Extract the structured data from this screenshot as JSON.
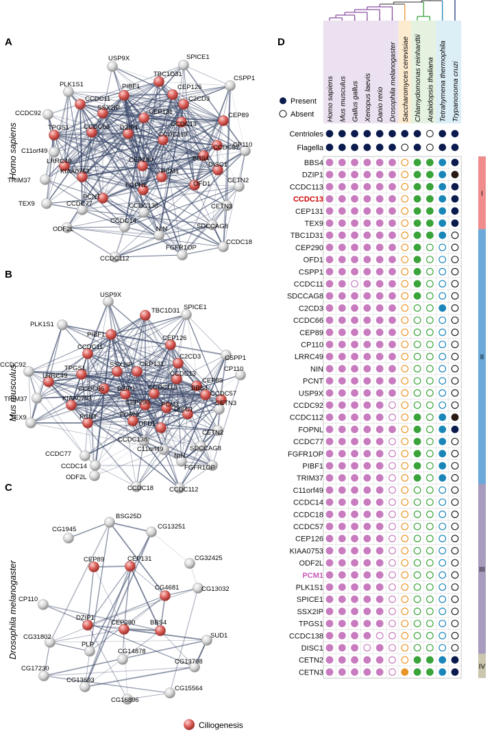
{
  "colors": {
    "red_node": "#d9534f",
    "gray_node": "#d6d6d6",
    "edge": "#3d4a6b",
    "pink": "#c87bbf",
    "orange": "#e8962a",
    "green": "#3aa33a",
    "teal": "#1a86b8",
    "navy": "#0b1b4d",
    "dark": "#2b1a14",
    "bg_vertebrate": "#ece1f0",
    "bg_yeast": "#fdebd0",
    "bg_plant": "#e5f2e0",
    "bg_protist": "#dceef6",
    "group_I": "#f08c8c",
    "group_II": "#6aa9d9",
    "group_III": "#a79bbe",
    "group_IV": "#cbc6ae",
    "ccdc13_text": "#cc0000",
    "pcm1_text": "#c85bb8"
  },
  "panels": {
    "A": {
      "letter": "A",
      "species": "Homo sapiens"
    },
    "B": {
      "letter": "B",
      "species": "Mus musculus"
    },
    "C": {
      "letter": "C",
      "species": "Drosophila melanogaster"
    },
    "D": {
      "letter": "D"
    }
  },
  "legend_network": {
    "label": "Ciliogenesis",
    "icon": "red-sphere-icon"
  },
  "legend_presence": {
    "present": "Present",
    "absent": "Absent"
  },
  "networks": {
    "A": {
      "nodes": [
        {
          "id": "USP9X",
          "red": false
        },
        {
          "id": "SPICE1",
          "red": false
        },
        {
          "id": "PLK1S1",
          "red": false
        },
        {
          "id": "TBC1D31",
          "red": true
        },
        {
          "id": "CSPP1",
          "red": false
        },
        {
          "id": "PIBF1",
          "red": true
        },
        {
          "id": "CEP126",
          "red": true
        },
        {
          "id": "CCDC11",
          "red": true
        },
        {
          "id": "CCDC92",
          "red": false
        },
        {
          "id": "SSX2IP",
          "red": true
        },
        {
          "id": "C2CD3",
          "red": true
        },
        {
          "id": "CEP89",
          "red": true
        },
        {
          "id": "CEP131",
          "red": true
        },
        {
          "id": "CCDC13",
          "red": true
        },
        {
          "id": "TPGS1",
          "red": true
        },
        {
          "id": "CCDC66",
          "red": true
        },
        {
          "id": "DZIP1",
          "red": true
        },
        {
          "id": "CCDC113",
          "red": true
        },
        {
          "id": "CCDC57",
          "red": true
        },
        {
          "id": "C11orf49",
          "red": false
        },
        {
          "id": "LRRC49",
          "red": true
        },
        {
          "id": "KIAA0753",
          "red": true
        },
        {
          "id": "BBS4",
          "red": true
        },
        {
          "id": "CP110",
          "red": false
        },
        {
          "id": "CEP290",
          "red": true
        },
        {
          "id": "PCM1",
          "red": true
        },
        {
          "id": "DISC1",
          "red": true
        },
        {
          "id": "TRIM37",
          "red": false
        },
        {
          "id": "CETN2",
          "red": false
        },
        {
          "id": "PCNT",
          "red": true
        },
        {
          "id": "FOPNL",
          "red": true
        },
        {
          "id": "OFD1",
          "red": true
        },
        {
          "id": "TEX9",
          "red": false
        },
        {
          "id": "CCDC77",
          "red": false
        },
        {
          "id": "CCDC138",
          "red": false
        },
        {
          "id": "CETN3",
          "red": false
        },
        {
          "id": "ODF2L",
          "red": false
        },
        {
          "id": "CCDC14",
          "red": false
        },
        {
          "id": "NIN",
          "red": false
        },
        {
          "id": "SDCCAG8",
          "red": false
        },
        {
          "id": "CCDC18",
          "red": false
        },
        {
          "id": "CCDC112",
          "red": false
        },
        {
          "id": "FGFR1OP",
          "red": false
        }
      ]
    },
    "B": {
      "nodes": [
        {
          "id": "USP9X",
          "red": false
        },
        {
          "id": "SPICE1",
          "red": false
        },
        {
          "id": "TBC1D31",
          "red": true
        },
        {
          "id": "PLK1S1",
          "red": false
        },
        {
          "id": "PIBF1",
          "red": true
        },
        {
          "id": "CEP126",
          "red": true
        },
        {
          "id": "CCDC11",
          "red": true
        },
        {
          "id": "C2CD3",
          "red": true
        },
        {
          "id": "CSPP1",
          "red": false
        },
        {
          "id": "TPGS1",
          "red": true
        },
        {
          "id": "SSX2IP",
          "red": true
        },
        {
          "id": "CEP131",
          "red": true
        },
        {
          "id": "CCDC13",
          "red": true
        },
        {
          "id": "CEP89",
          "red": true
        },
        {
          "id": "CCDC92",
          "red": false
        },
        {
          "id": "LRRC49",
          "red": true
        },
        {
          "id": "CP110",
          "red": false
        },
        {
          "id": "CCDC66",
          "red": true
        },
        {
          "id": "DZIP1",
          "red": true
        },
        {
          "id": "CCDC113",
          "red": true
        },
        {
          "id": "BBS4",
          "red": true
        },
        {
          "id": "CCDC57",
          "red": true
        },
        {
          "id": "TRIM37",
          "red": false
        },
        {
          "id": "KIAA0753",
          "red": true
        },
        {
          "id": "CEP290",
          "red": true
        },
        {
          "id": "PCM1",
          "red": true
        },
        {
          "id": "DISC1",
          "red": true
        },
        {
          "id": "CETN3",
          "red": false
        },
        {
          "id": "PCNT",
          "red": true
        },
        {
          "id": "FOPNL",
          "red": true
        },
        {
          "id": "OFD1",
          "red": true
        },
        {
          "id": "CETN2",
          "red": false
        },
        {
          "id": "TEX9",
          "red": false
        },
        {
          "id": "CCDC138",
          "red": false
        },
        {
          "id": "SDCCAG8",
          "red": false
        },
        {
          "id": "CCDC77",
          "red": false
        },
        {
          "id": "C11orf49",
          "red": false
        },
        {
          "id": "CCDC14",
          "red": false
        },
        {
          "id": "NIN",
          "red": false
        },
        {
          "id": "FGFR1OP",
          "red": false
        },
        {
          "id": "ODF2L",
          "red": false
        },
        {
          "id": "CCDC18",
          "red": false
        },
        {
          "id": "CCDC112",
          "red": false
        }
      ]
    },
    "C": {
      "nodes": [
        {
          "id": "BSG25D",
          "red": false
        },
        {
          "id": "CG1945",
          "red": false
        },
        {
          "id": "CG13251",
          "red": false
        },
        {
          "id": "CG32425",
          "red": false
        },
        {
          "id": "CEP89",
          "red": true
        },
        {
          "id": "CEP131",
          "red": true
        },
        {
          "id": "CG4681",
          "red": true
        },
        {
          "id": "CG13032",
          "red": false
        },
        {
          "id": "CP110",
          "red": false
        },
        {
          "id": "DZIP1",
          "red": true
        },
        {
          "id": "CEP290",
          "red": true
        },
        {
          "id": "BBS4",
          "red": true
        },
        {
          "id": "SUD1",
          "red": false
        },
        {
          "id": "CG31802",
          "red": false
        },
        {
          "id": "PLP",
          "red": false
        },
        {
          "id": "CG14878",
          "red": false
        },
        {
          "id": "CG13708",
          "red": false
        },
        {
          "id": "CG17230",
          "red": false
        },
        {
          "id": "CG13693",
          "red": false
        },
        {
          "id": "CG16896",
          "red": false
        },
        {
          "id": "CG15564",
          "red": false
        }
      ]
    }
  },
  "matrix": {
    "species": [
      "Homo sapiens",
      "Mus musculus",
      "Gallus gallus",
      "Xenopus laevis",
      "Danio rerio",
      "Drosophila melanogaster",
      "Saccharomyces cerevisiae",
      "Chlamydomonas reinhardtii",
      "Arabidopsis thaliana",
      "Tetrahymena thermophila",
      "Trypanosoma cruzi"
    ],
    "trait_rows": [
      {
        "label": "Centrioles",
        "values": [
          1,
          1,
          1,
          1,
          1,
          1,
          1,
          1,
          0,
          1,
          1
        ]
      },
      {
        "label": "Flagella",
        "values": [
          1,
          1,
          1,
          1,
          1,
          1,
          0,
          1,
          0,
          1,
          1
        ]
      }
    ],
    "genes": [
      {
        "name": "BBS4",
        "values": "PPPPPPOGGTN"
      },
      {
        "name": "DZIP1",
        "values": "PPPPPPOGGTK"
      },
      {
        "name": "CCDC113",
        "values": "PPPPPPOGGTN"
      },
      {
        "name": "CCDC13",
        "values": "PPPPPPOGGTN",
        "highlight": "red"
      },
      {
        "name": "CEP131",
        "values": "PPPPPPOGGTN"
      },
      {
        "name": "TEX9",
        "values": "PPPPPPOGGTN"
      },
      {
        "name": "TBC1D31",
        "values": "PPPPPPOGGTn"
      },
      {
        "name": "CEP290",
        "values": "PPPPPPOGgtn"
      },
      {
        "name": "OFD1",
        "values": "PPPPPPOGgtn"
      },
      {
        "name": "CSPP1",
        "values": "PPPPPPOGgtn"
      },
      {
        "name": "CCDC11",
        "values": "PPpPPPOGgtn"
      },
      {
        "name": "SDCCAG8",
        "values": "PPPPPPOGgtn"
      },
      {
        "name": "C2CD3",
        "values": "PPPPPPOggTn"
      },
      {
        "name": "CCDC66",
        "values": "PPPPPPOggtn"
      },
      {
        "name": "CEP89",
        "values": "PPPPPPOggtn"
      },
      {
        "name": "CP110",
        "values": "PPPPPPOggtn"
      },
      {
        "name": "LRRC49",
        "values": "PPPPPPOggtn"
      },
      {
        "name": "NIN",
        "values": "PPPPPPOggtn"
      },
      {
        "name": "PCNT",
        "values": "PPPPPPOggtn"
      },
      {
        "name": "USP9X",
        "values": "PPPPPPOggtn"
      },
      {
        "name": "CCDC92",
        "values": "PPPPPpOggtn"
      },
      {
        "name": "CCDC112",
        "values": "PPPPPpOGgTK"
      },
      {
        "name": "FOPNL",
        "values": "PPPPPPOGgTN"
      },
      {
        "name": "CCDC77",
        "values": "PPPPPpOGgTn"
      },
      {
        "name": "FGFR1OP",
        "values": "PPPPPpOGgTn"
      },
      {
        "name": "PIBF1",
        "values": "PPPPPpOGgTn"
      },
      {
        "name": "TRIM37",
        "values": "PPPPPpOGgTn"
      },
      {
        "name": "C11orf49",
        "values": "PPPPPpOggtn"
      },
      {
        "name": "CCDC14",
        "values": "PPPPPpOggtn"
      },
      {
        "name": "CCDC18",
        "values": "PPPPPpOggtn"
      },
      {
        "name": "CCDC57",
        "values": "PPPPPpOggtn"
      },
      {
        "name": "CEP126",
        "values": "PPPPPpOggtn"
      },
      {
        "name": "KIAA0753",
        "values": "PPPPPpOggtn"
      },
      {
        "name": "ODF2L",
        "values": "PPPPPpOggtn"
      },
      {
        "name": "PCM1",
        "values": "PPPPPpOggtn",
        "highlight": "pink"
      },
      {
        "name": "PLK1S1",
        "values": "PPPPPpOggtn"
      },
      {
        "name": "SPICE1",
        "values": "PPPPPpOggtn"
      },
      {
        "name": "SSX2IP",
        "values": "PPPPPpOggtn"
      },
      {
        "name": "TPGS1",
        "values": "PPPPPpOggtn"
      },
      {
        "name": "CCDC138",
        "values": "PPPPppOggtn"
      },
      {
        "name": "DISC1",
        "values": "PPPpPpOggtn"
      },
      {
        "name": "CETN2",
        "values": "PPPPPpOGGTN"
      },
      {
        "name": "CETN3",
        "values": "PPPPPpFGGTN"
      }
    ],
    "groups": [
      {
        "label": "I",
        "from": 0,
        "to": 5,
        "color_key": "group_I"
      },
      {
        "label": "II",
        "from": 6,
        "to": 26,
        "color_key": "group_II"
      },
      {
        "label": "III",
        "from": 27,
        "to": 40,
        "color_key": "group_III"
      },
      {
        "label": "IV",
        "from": 41,
        "to": 42,
        "color_key": "group_IV"
      }
    ]
  }
}
